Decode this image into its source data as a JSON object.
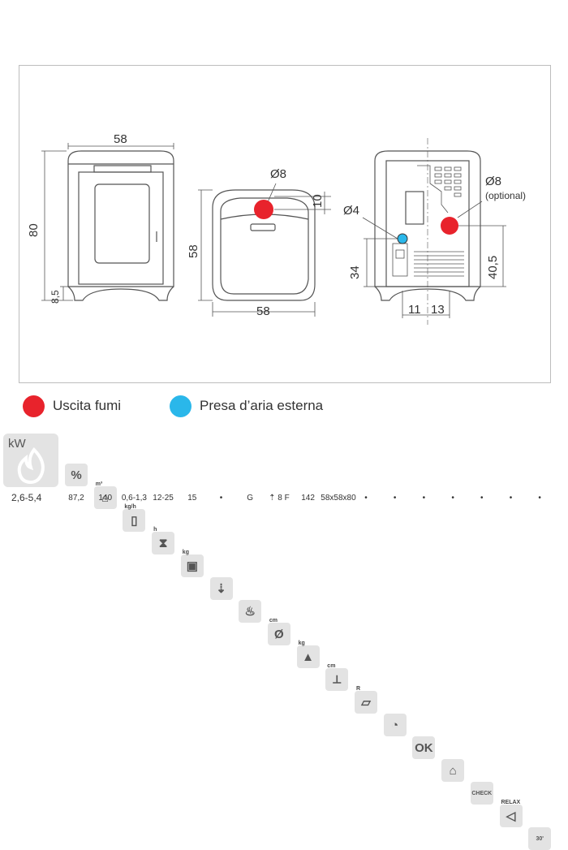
{
  "colors": {
    "fumes": "#e8232c",
    "air": "#2ab7ea",
    "line": "#555555",
    "tile": "#e3e3e3"
  },
  "dims": {
    "front_width": "58",
    "front_height": "80",
    "front_foot": "8,5",
    "top_width": "58",
    "top_depth": "58",
    "top_phi": "Ø8",
    "top_offset": "10",
    "rear_phi": "Ø8",
    "rear_optional": "(optional)",
    "rear_phi_small": "Ø4",
    "rear_h1": "34",
    "rear_h2": "40,5",
    "rear_w1": "11",
    "rear_w2": "13"
  },
  "legend": {
    "fumes": "Uscita fumi",
    "air": "Presa d’aria esterna"
  },
  "specs": {
    "kw_label": "kW",
    "kw_value": "2,6-5,4",
    "tiles": [
      {
        "icon": "percent-icon",
        "top": "",
        "glyph": "%",
        "value": "87,2"
      },
      {
        "icon": "house-icon",
        "top": "m³",
        "glyph": "⌂",
        "value": "140"
      },
      {
        "icon": "consumption-icon",
        "top": "kg/h",
        "glyph": "▯",
        "value": "0,6-1,3"
      },
      {
        "icon": "hourglass-icon",
        "top": "h",
        "glyph": "⧗",
        "value": "12-25"
      },
      {
        "icon": "weight-icon",
        "top": "kg",
        "glyph": "▣",
        "value": "15"
      },
      {
        "icon": "hopper-icon",
        "top": "",
        "glyph": "⇣",
        "value": "•"
      },
      {
        "icon": "flame-box-icon",
        "top": "",
        "glyph": "♨",
        "value": "G"
      },
      {
        "icon": "diameter-icon",
        "top": "cm",
        "glyph": "Ø",
        "value": "⇡ 8 F"
      },
      {
        "icon": "stove-weight-icon",
        "top": "kg",
        "glyph": "▲",
        "value": "142"
      },
      {
        "icon": "size-icon",
        "top": "cm",
        "glyph": "⟂",
        "value": "58x58x80"
      },
      {
        "icon": "remote-icon",
        "top": "R",
        "glyph": "▱",
        "value": "•"
      },
      {
        "icon": "wifi-icon",
        "top": "",
        "glyph": "◔",
        "value": "•"
      },
      {
        "icon": "ok-icon",
        "top": "",
        "glyph": "OK",
        "value": "•"
      },
      {
        "icon": "home-heat-icon",
        "top": "",
        "glyph": "⌂",
        "value": "•"
      },
      {
        "icon": "check-icon",
        "top": "",
        "glyph": "CHECK",
        "value": "•"
      },
      {
        "icon": "relax-icon",
        "top": "RELAX",
        "glyph": "◁",
        "value": "•"
      },
      {
        "icon": "timer-icon",
        "top": "",
        "glyph": "30'",
        "value": "•"
      }
    ]
  }
}
